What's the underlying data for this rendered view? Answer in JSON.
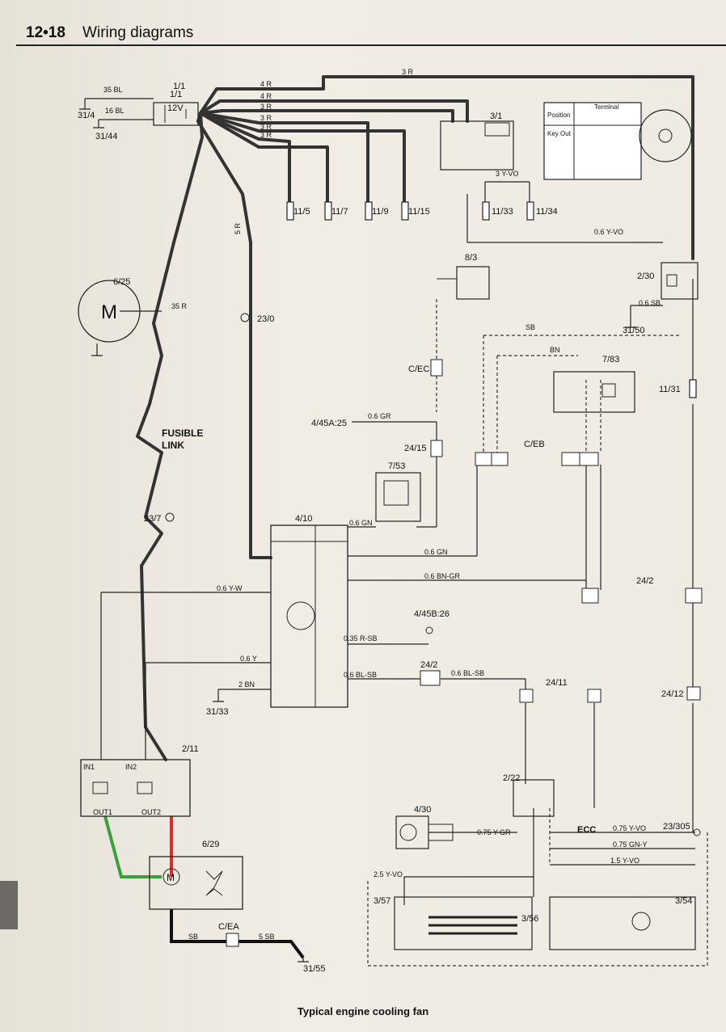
{
  "header": {
    "page_number": "12•18",
    "section_title": "Wiring diagrams"
  },
  "caption": "Typical engine cooling fan",
  "components": {
    "battery": "1/1",
    "battery_voltage": "12V",
    "motor_symbol": "M",
    "fan_motor_symbol": "M"
  },
  "labels": {
    "battery": "1/1",
    "w35bl": "35 BL",
    "w16bl": "16 BL",
    "g31_4": "31/4",
    "g31_44": "31/44",
    "w4r": "4 R",
    "w3r": "3 R",
    "w5r": "5 R",
    "f11_5": "11/5",
    "f11_7": "11/7",
    "f11_9": "11/9",
    "f11_15": "11/15",
    "ign_3_1": "3/1",
    "w3yvo": "3 Y-VO",
    "f11_33": "11/33",
    "f11_34": "11/34",
    "position": "Position",
    "key_out": "Key Out",
    "terminal": "Terminal",
    "w06yvo": "0.6 Y-VO",
    "sw8_3": "8/3",
    "relay2_30": "2/30",
    "w06sb": "0.6 SB",
    "g31_50": "31/50",
    "motor6_25": "6/25",
    "w35r": "35 R",
    "s23_0": "23/0",
    "wsb": "SB",
    "wbn": "BN",
    "relay7_83": "7/83",
    "c_ec": "C/EC",
    "f11_31": "11/31",
    "c4_45a": "4/45A:25",
    "w06gr": "0.6 GR",
    "c24_15": "24/15",
    "c_eb": "C/EB",
    "fusible": "FUSIBLE",
    "link": "LINK",
    "sw7_53": "7/53",
    "s23_7": "23/7",
    "mod4_10": "4/10",
    "w06gn": "0.6 GN",
    "w06bngr": "0.6 BN-GR",
    "w06yw": "0.6 Y-W",
    "c24_2": "24/2",
    "c4_45b": "4/45B:26",
    "w035rsb": "0.35 R-SB",
    "w06y": "0.6 Y",
    "w06blsb": "0.6 BL-SB",
    "w2bn": "2 BN",
    "g31_33": "31/33",
    "c24_11": "24/11",
    "c24_12": "24/12",
    "relay2_11": "2/11",
    "in1": "IN1",
    "in2": "IN2",
    "out1": "OUT1",
    "out2": "OUT2",
    "relay2_22": "2/22",
    "mod4_30": "4/30",
    "w075ygr": "0.75 Y-GR",
    "ecc": "ECC",
    "w075yvo": "0.75 Y-VO",
    "s23_305": "23/305",
    "w075gny": "0.75 GN-Y",
    "w15yvo": "1.5 Y-VO",
    "fan6_29": "6/29",
    "w25yvo": "2.5 Y-VO",
    "m3_57": "3/57",
    "m3_56": "3/56",
    "m3_54": "3/54",
    "c_ea": "C/EA",
    "w5sb": "5 SB",
    "g31_55": "31/55"
  }
}
